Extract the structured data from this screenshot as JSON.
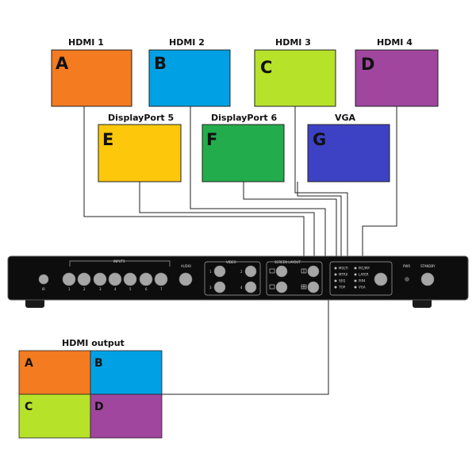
{
  "sources": [
    {
      "id": "A",
      "title": "HDMI 1",
      "letter": "A",
      "color": "#f47b20"
    },
    {
      "id": "B",
      "title": "HDMI 2",
      "letter": "B",
      "color": "#00a1e4"
    },
    {
      "id": "C",
      "title": "HDMI 3",
      "letter": "C",
      "color": "#b6e22a"
    },
    {
      "id": "D",
      "title": "HDMI 4",
      "letter": "D",
      "color": "#a0469e"
    },
    {
      "id": "E",
      "title": "DisplayPort 5",
      "letter": "E",
      "color": "#fdc80c"
    },
    {
      "id": "F",
      "title": "DisplayPort 6",
      "letter": "F",
      "color": "#23ac4b"
    },
    {
      "id": "G",
      "title": "VGA",
      "letter": "G",
      "color": "#3d42c4"
    }
  ],
  "output": {
    "title": "HDMI output",
    "quadrants": [
      {
        "letter": "A",
        "color": "#f47b20"
      },
      {
        "letter": "B",
        "color": "#00a1e4"
      },
      {
        "letter": "C",
        "color": "#b6e22a"
      },
      {
        "letter": "D",
        "color": "#a0469e"
      }
    ]
  },
  "device": {
    "color": "#0d0d0d",
    "button_color": "#a6a6a6",
    "inputs_label": "INPUTS",
    "input_numbers": [
      "1",
      "2",
      "3",
      "4",
      "5",
      "6",
      "7"
    ],
    "audio_label": "AUDIO",
    "video_label": "VIDEO",
    "video_numbers": [
      "1",
      "2",
      "3",
      "4"
    ],
    "screen_layout_label": "SCREEN LAYOUT",
    "mode_labels": [
      "MULTI",
      "MTRX",
      "SEQ",
      "TOP",
      "PIC/PIP",
      "LAYER",
      "PIP4",
      "VGA"
    ],
    "pwr_label": "PWR",
    "standby_label": "STANDBY"
  }
}
